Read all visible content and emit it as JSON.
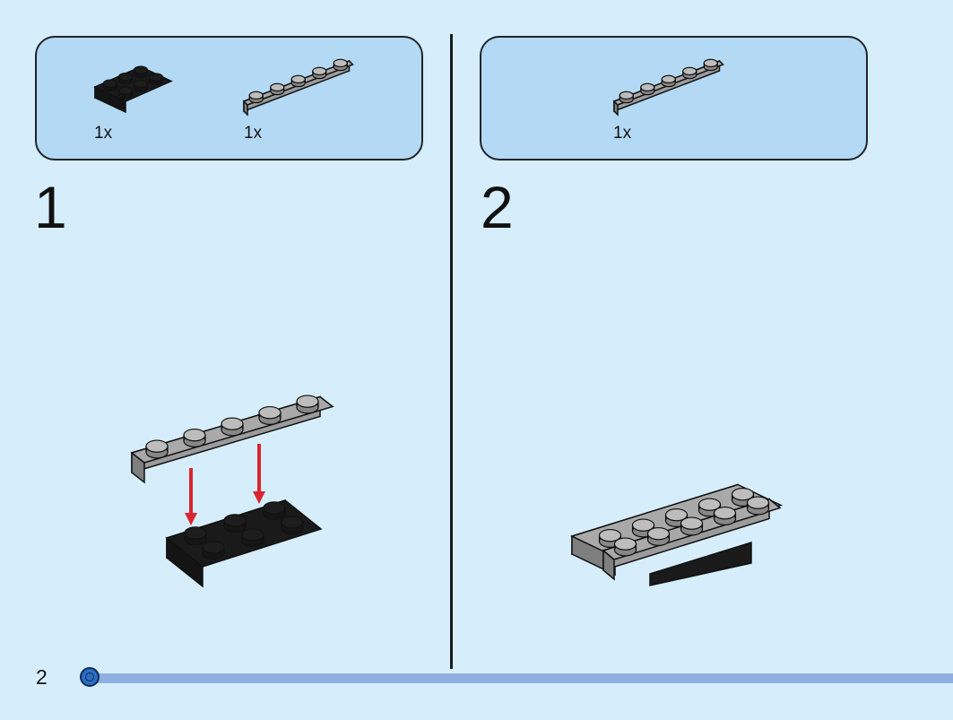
{
  "page": {
    "number": "2"
  },
  "steps": [
    {
      "number": "1",
      "parts": [
        {
          "qty": "1x",
          "color": "#1a1a1a",
          "icon": "black-2x3-plate"
        },
        {
          "qty": "1x",
          "color": "#a9a9a9",
          "icon": "gray-1x6-plate"
        }
      ]
    },
    {
      "number": "2",
      "parts": [
        {
          "qty": "1x",
          "color": "#a9a9a9",
          "icon": "gray-1x6-plate"
        }
      ]
    }
  ],
  "colors": {
    "background": "#d6eefb",
    "parts_box": "#b3d9f5",
    "arrow": "#d9262e",
    "progress": "#8fb1e1"
  }
}
